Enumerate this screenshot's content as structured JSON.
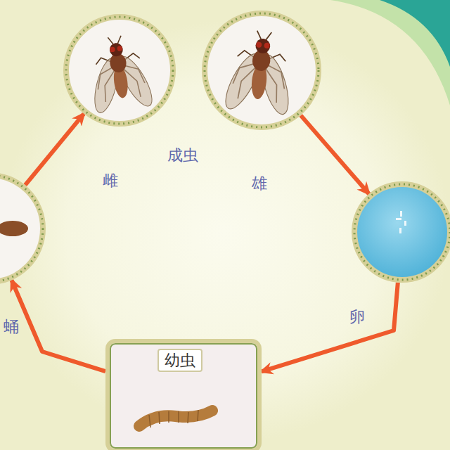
{
  "diagram": {
    "nodes": [
      {
        "text": [
          "雌"
        ]
      },
      {
        "text": [
          "雄"
        ]
      },
      {
        "text": [
          "卵"
        ]
      },
      {
        "text": [
          "幼虫"
        ]
      },
      {
        "text": [
          "蛹"
        ]
      }
    ],
    "edges": [
      {
        "from": 1,
        "to": 2,
        "arrow": "to"
      },
      {
        "from": 2,
        "to": 3,
        "arrow": "to"
      },
      {
        "from": 3,
        "to": 4,
        "arrow": "to"
      },
      {
        "from": 4,
        "to": 0,
        "arrow": "to"
      }
    ],
    "labels": [
      "成虫"
    ]
  }
}
